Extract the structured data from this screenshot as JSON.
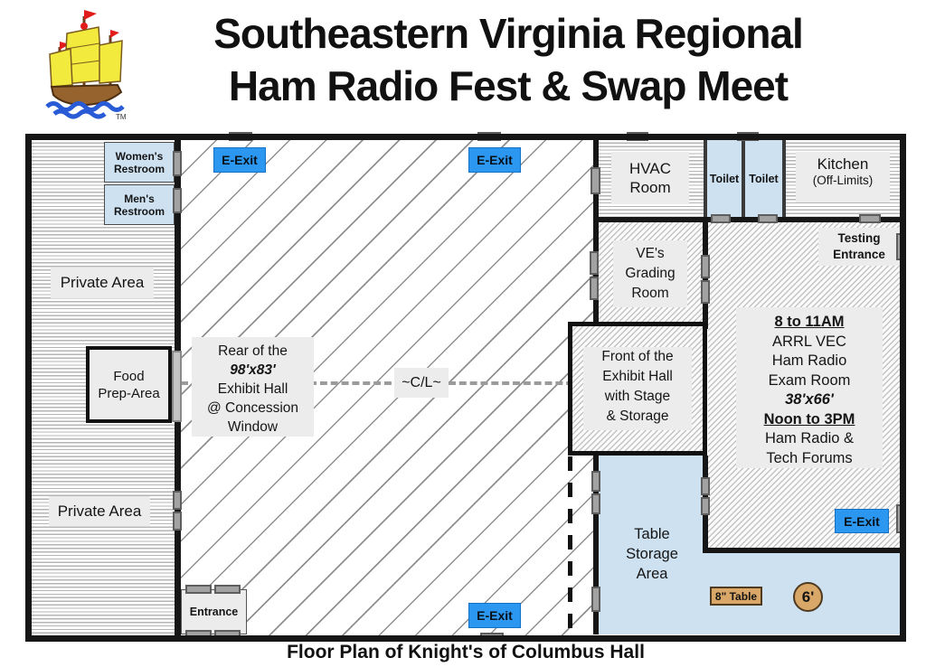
{
  "header": {
    "title_line1": "Southeastern Virginia Regional",
    "title_line2": "Ham Radio Fest & Swap Meet",
    "logo_name": "junk-ship-logo",
    "trademark": "TM"
  },
  "caption": "Floor Plan of Knight's of Columbus Hall",
  "colors": {
    "exit_blue": "#2B97F0",
    "room_light_blue": "#CDE1F1",
    "table_tan": "#D9A768",
    "label_gray": "#ECECEC"
  },
  "exits": {
    "label": "E-Exit"
  },
  "entrance": {
    "label": "Entrance"
  },
  "left_wing": {
    "womens_restroom": "Women's Restroom",
    "mens_restroom": "Men's Restroom",
    "private_area_upper": "Private Area",
    "private_area_lower": "Private Area",
    "food_prep": "Food Prep-Area"
  },
  "exhibit_hall": {
    "rear_label": {
      "line1": "Rear of the",
      "dimensions": "98'x83'",
      "line2": "Exhibit Hall",
      "line3": "@ Concession",
      "line4": "Window"
    },
    "centerline": "~C/L~",
    "front_label": {
      "line1": "Front of the",
      "line2": "Exhibit Hall",
      "line3": "with Stage",
      "line4": "& Storage"
    }
  },
  "top_rooms": {
    "hvac": "HVAC Room",
    "toilet1": "Toilet",
    "toilet2": "Toilet",
    "kitchen": "Kitchen",
    "kitchen_note": "(Off-Limits)"
  },
  "exam_wing": {
    "ve_room": "VE's Grading Room",
    "testing_entrance": "Testing Entrance",
    "schedule": {
      "time1": "8 to 11AM",
      "org": "ARRL VEC",
      "line1": "Ham Radio",
      "line2": "Exam Room",
      "dimensions": "38'x66'",
      "time2": "Noon to 3PM",
      "line3": "Ham Radio &",
      "line4": "Tech Forums"
    }
  },
  "storage": {
    "label": "Table Storage Area",
    "table_label": "8\" Table",
    "circle_label": "6'"
  }
}
